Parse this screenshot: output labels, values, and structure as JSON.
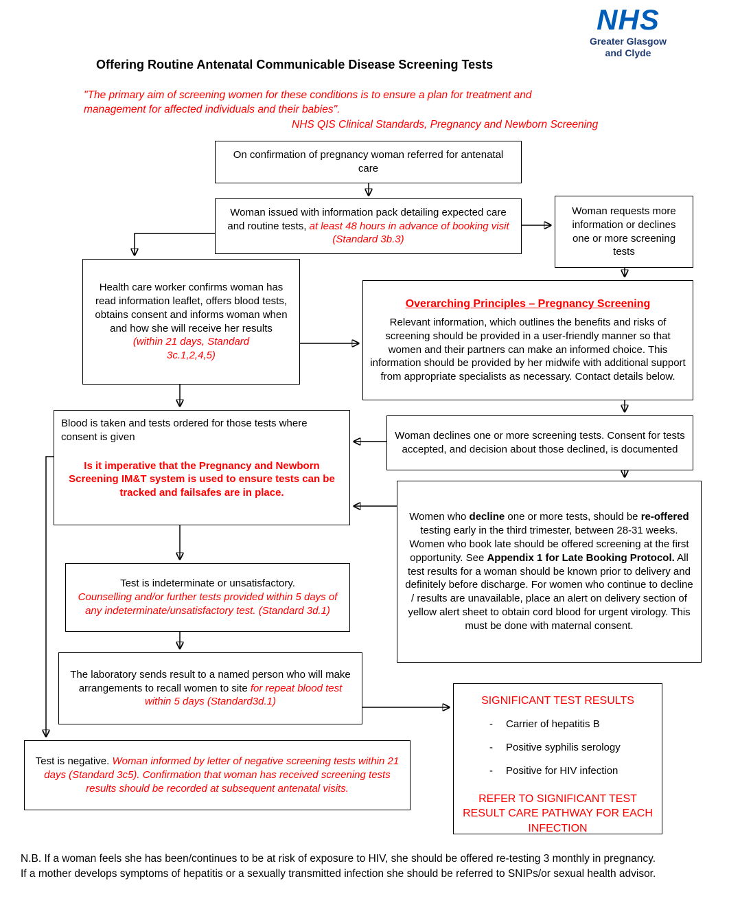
{
  "colors": {
    "red": "#FF0000",
    "nhs_blue": "#005EB8",
    "org_blue": "#1F3B73",
    "black": "#000000"
  },
  "logo": {
    "nhs": "NHS",
    "org_line1": "Greater Glasgow",
    "org_line2": "and Clyde"
  },
  "header": {
    "title": "Offering Routine Antenatal Communicable Disease Screening Tests",
    "quote_line1": "\"The primary aim of screening women for these conditions is to ensure a plan for treatment and",
    "quote_line2": "management for affected individuals and their babies\".",
    "quote_attribution": "NHS QIS Clinical Standards, Pregnancy and Newborn Screening"
  },
  "boxes": {
    "confirmation": {
      "text": "On confirmation of pregnancy woman referred for antenatal care"
    },
    "info_pack": {
      "black": "Woman issued with information pack detailing expected care and routine tests, ",
      "red": "at least 48 hours in advance of booking visit (Standard 3b.3)"
    },
    "requests_info": {
      "text": "Woman requests more information or declines one or more screening tests"
    },
    "health_worker": {
      "black": "Health care worker confirms woman has read information leaflet, offers blood tests, obtains consent and informs woman when and how she will receive her results",
      "red": "(within 21 days, Standard 3c.1,2,4,5)"
    },
    "overarching": {
      "title": "Overarching Principles – Pregnancy Screening",
      "body": "Relevant information, which outlines the benefits and risks of screening should be provided in a user-friendly manner so that women and their partners can make an informed choice.  This information should be provided by her midwife with additional support from appropriate specialists as necessary.  Contact details below."
    },
    "declines_documented": {
      "text": "Woman declines one or more screening tests. Consent for tests accepted, and decision about those declined, is documented"
    },
    "blood_taken": {
      "black": "Blood is taken and tests ordered for those tests where consent is given",
      "red": "Is it imperative that the Pregnancy and Newborn Screening IM&T system is used to ensure tests can be tracked and failsafes are in place."
    },
    "decline_reoffer": {
      "s1": "Women who ",
      "s2": "decline",
      "s3": " one or more tests, should be ",
      "s4": "re-offered",
      "s5": " testing early in the third trimester, between 28-31 weeks.  Women who book late should be offered screening at the first opportunity. See ",
      "s6": "Appendix 1 for Late Booking Protocol.",
      "s7": " All test results for a woman should be known prior to delivery and definitely before discharge. For women who continue to decline / results are unavailable, place an alert on delivery section of yellow alert sheet to obtain cord blood for urgent virology. This must be done with maternal consent."
    },
    "indeterminate": {
      "black": "Test is indeterminate or unsatisfactory.",
      "red": "Counselling and/or further tests provided within 5 days of any indeterminate/unsatisfactory test. (Standard 3d.1)"
    },
    "laboratory": {
      "black": "The laboratory sends result to a named person who will make arrangements to recall women to site ",
      "red": "for repeat blood test within 5 days (Standard3d.1)"
    },
    "negative": {
      "black": "Test is negative.  ",
      "red": "Woman informed by letter of negative screening tests within 21 days (Standard 3c5).  Confirmation that woman has received screening tests results should be recorded at subsequent antenatal visits."
    },
    "significant": {
      "title": "SIGNIFICANT TEST RESULTS",
      "bullet": "-",
      "items": [
        "Carrier of hepatitis B",
        "Positive syphilis serology",
        "Positive for HIV infection"
      ],
      "footer": "REFER TO SIGNIFICANT TEST RESULT CARE PATHWAY FOR EACH INFECTION"
    }
  },
  "footnote": {
    "line1": "N.B.  If a woman feels she has been/continues to be at risk of exposure to HIV, she should be offered re-testing 3 monthly in pregnancy.",
    "line2": "If a mother develops symptoms of hepatitis or a sexually transmitted infection she should be referred to SNIPs/or sexual health advisor."
  }
}
